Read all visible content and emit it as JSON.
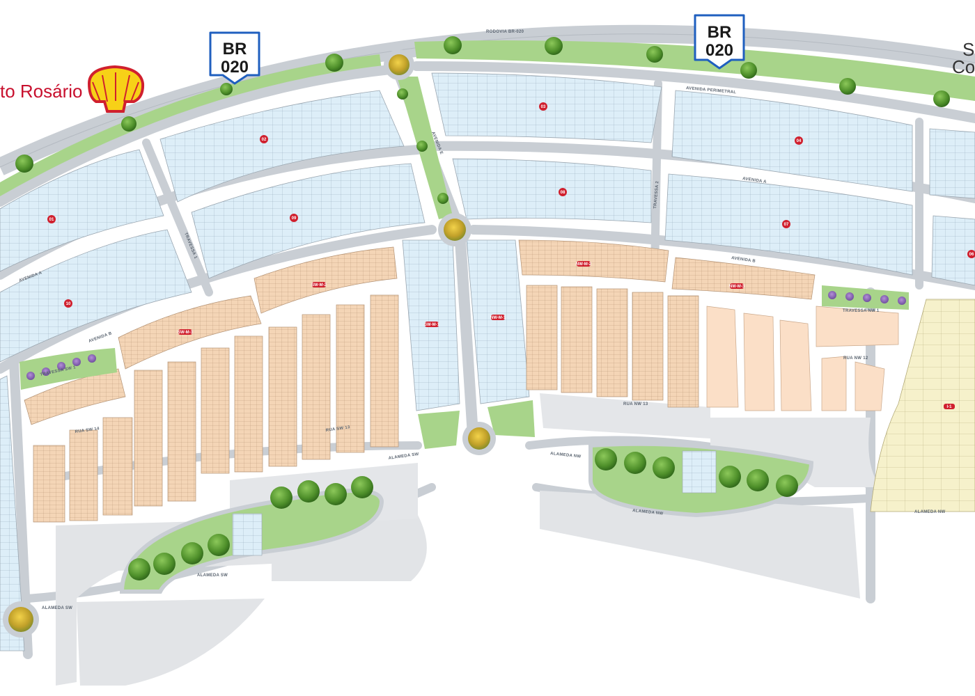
{
  "colors": {
    "road": "#c9ced4",
    "road_edge": "#aeb4bb",
    "greenbelt": "#a8d48a",
    "lot_blue": "#ddeef8",
    "lot_peach": "#f6d9bd",
    "lot_salmon": "#fbe0cb",
    "lot_yellow": "#f5f0c8",
    "plaza": "#e3e5e7",
    "badge": "#d0202e",
    "tree": "#5a9a2e"
  },
  "brand": {
    "station_name": "to Rosário",
    "icon": "shell-logo-icon"
  },
  "right_text": {
    "line1": "Se",
    "line2": "Co"
  },
  "highway_shields": [
    {
      "line1": "BR",
      "line2": "020"
    },
    {
      "line1": "BR",
      "line2": "020"
    }
  ],
  "roads": {
    "highway": "RODOVIA BR-020",
    "perimetral": "AVENIDA PERIMETRAL",
    "avenida_a_right": "AVENIDA A",
    "avenida_b_right": "AVENIDA B",
    "avenida_a_left": "AVENIDA A",
    "avenida_b_left": "AVENIDA B",
    "avenida_e": "AVENIDA E",
    "travessa_1": "TRAVESSA 1",
    "travessa_2": "TRAVESSA 2",
    "alameda_sw_1": "ALAMEDA SW",
    "alameda_sw_2": "ALAMEDA SW",
    "alameda_sw_3": "ALAMEDA SW",
    "alameda_nw_1": "ALAMEDA NW",
    "alameda_nw_2": "ALAMEDA NW",
    "alameda_nw_3": "ALAMEDA NW",
    "rua_nw_12": "RUA NW 12",
    "rua_nw_13": "RUA NW 13",
    "rua_sw_13": "RUA SW 13",
    "rua_sw_14": "RUA SW 14",
    "travessa_nw": "TRAVESSA NW 1",
    "travessa_sw": "TRAVESSA SW 1"
  },
  "blocks": [
    "01",
    "02",
    "03",
    "04",
    "06",
    "07",
    "08",
    "09",
    "10"
  ],
  "block_codes": {
    "nw_m2": "NW-M-2",
    "nw_m3": "NW-M-3",
    "nw_m1": "NW-M-1",
    "sw_m1": "SW-M-1",
    "sw_m2": "SW-M-2",
    "sw_m3": "SW-M-3",
    "i1": "I-1"
  },
  "legend": []
}
